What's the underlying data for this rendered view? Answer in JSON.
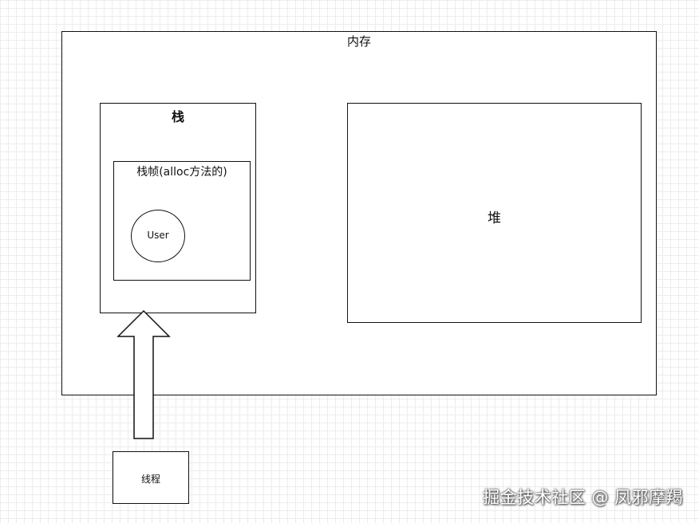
{
  "diagram": {
    "memory": {
      "label": "内存"
    },
    "stack": {
      "label": "栈"
    },
    "stack_frame": {
      "label": "栈帧(alloc方法的)"
    },
    "user_object": {
      "label": "User"
    },
    "heap": {
      "label": "堆"
    },
    "thread": {
      "label": "线程"
    }
  },
  "watermark": {
    "text": "掘金技术社区 @ 凤邪摩羯"
  },
  "colors": {
    "stroke": "#111111",
    "background": "#ffffff",
    "grid": "#ececec"
  }
}
